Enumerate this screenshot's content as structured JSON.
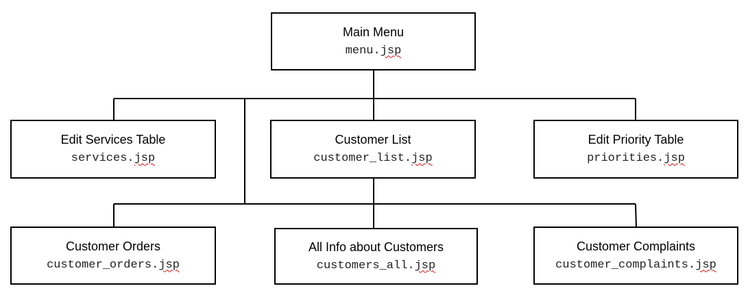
{
  "nodes": {
    "main_menu": {
      "title": "Main Menu",
      "file_base": "menu.",
      "file_ext": "jsp"
    },
    "edit_services": {
      "title": "Edit Services Table",
      "file_base": "services.",
      "file_ext": "jsp"
    },
    "customer_list": {
      "title": "Customer List",
      "file_base": "customer_list.",
      "file_ext": "jsp"
    },
    "edit_priority": {
      "title": "Edit Priority Table",
      "file_base": "priorities.",
      "file_ext": "jsp"
    },
    "customer_orders": {
      "title": "Customer Orders",
      "file_base": "customer_orders.",
      "file_ext": "jsp"
    },
    "all_info": {
      "title": "All Info about Customers",
      "file_base": "customers_all.",
      "file_ext": "jsp"
    },
    "customer_complaints": {
      "title": "Customer Complaints",
      "file_base": "customer_complaints.",
      "file_ext": "jsp"
    }
  },
  "colors": {
    "border": "#000000",
    "spell_underline": "#d01010"
  }
}
